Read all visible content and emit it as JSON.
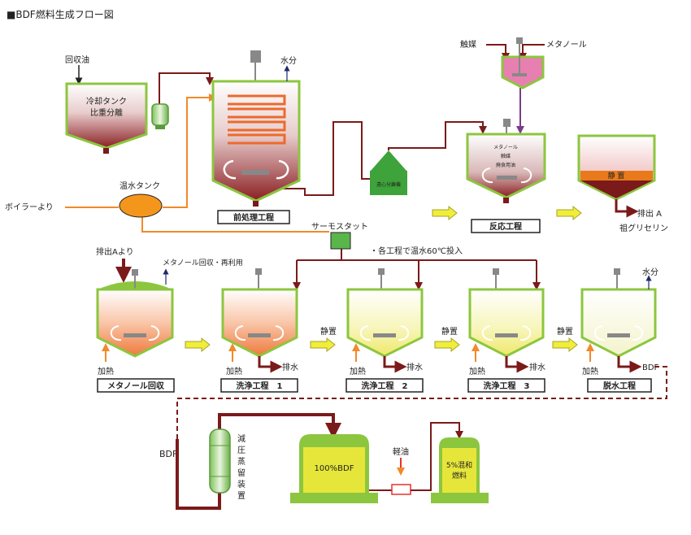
{
  "title": "■BDF燃料生成フロー図",
  "inputs": {
    "recovered_oil": "回収油",
    "from_boiler": "ボイラーより",
    "catalyst": "触媒",
    "methanol": "メタノール"
  },
  "tanks": {
    "cooling_tank": [
      "冷却タンク",
      "比重分離"
    ],
    "hot_water_tank": "温水タンク",
    "centrifuge": "遠心分離機",
    "reaction_mix": [
      "メタノール",
      "触媒",
      "廃食用油"
    ],
    "settling_label": "静 置",
    "bdf_tank": "100%BDF",
    "blend_tank": [
      "5%混和",
      "燃料"
    ],
    "distiller": [
      "減",
      "圧",
      "蒸",
      "留",
      "装",
      "置"
    ]
  },
  "labels": {
    "water": "水分",
    "thermostat": "サーモスタット",
    "hot_water_note": "・各工程で温水60℃投入",
    "discharge_a": "排出 A",
    "crude_glycerin": "祖グリセリン",
    "from_discharge_a": "排出Aより",
    "methanol_recovery_reuse": "メタノール回収・再利用",
    "heating": "加熱",
    "drain": "排水",
    "settle": "静置",
    "bdf": "BDF",
    "light_oil": "軽油"
  },
  "steps": {
    "pretreatment": "前処理工程",
    "reaction": "反応工程",
    "methanol_recovery": "メタノール回収",
    "washing1": "洗浄工程　1",
    "washing2": "洗浄工程　2",
    "washing3": "洗浄工程　3",
    "dehydration": "脱水工程"
  },
  "colors": {
    "tank_border": "#8cc63f",
    "pipe": "#7b1a1a",
    "hot_water": "#f08a2a",
    "arrow_yellow": "#e8e830",
    "bdf_fill": "#e6e63a",
    "pink": "#e77fb0"
  }
}
